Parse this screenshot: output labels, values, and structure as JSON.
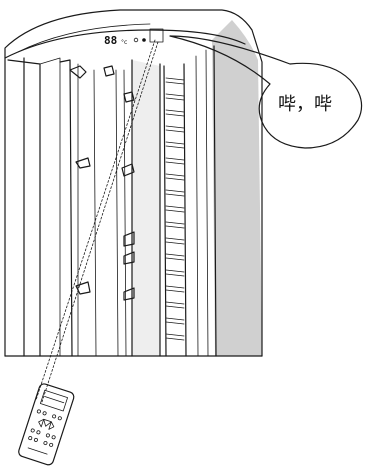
{
  "display": {
    "digits": "88",
    "unit": "°c"
  },
  "speech_bubble": {
    "text": "哔，哔"
  }
}
